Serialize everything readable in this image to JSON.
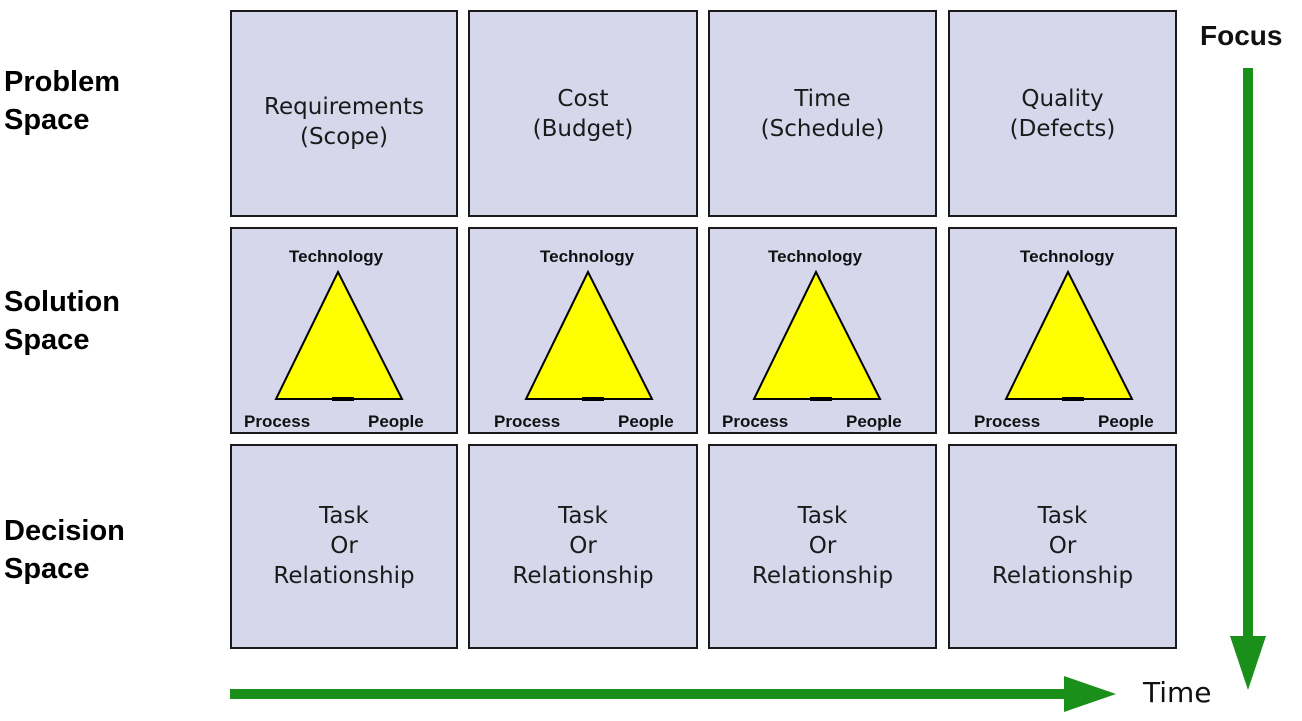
{
  "rows": [
    {
      "label_line1": "Problem",
      "label_line2": "Space"
    },
    {
      "label_line1": "Solution",
      "label_line2": "Space"
    },
    {
      "label_line1": "Decision",
      "label_line2": "Space"
    }
  ],
  "problem_cells": [
    {
      "line1": "Requirements",
      "line2": "(Scope)"
    },
    {
      "line1": "Cost",
      "line2": "(Budget)"
    },
    {
      "line1": "Time",
      "line2": "(Schedule)"
    },
    {
      "line1": "Quality",
      "line2": "(Defects)"
    }
  ],
  "solution_triangle": {
    "top": "Technology",
    "left": "Process",
    "right": "People"
  },
  "decision_cell": {
    "line1": "Task",
    "line2": "Or",
    "line3": "Relationship"
  },
  "axes": {
    "focus": "Focus",
    "time": "Time"
  },
  "colors": {
    "cell_fill": "#d7d7ec",
    "triangle_fill": "#ffff00",
    "arrow": "#1a8f1a"
  }
}
